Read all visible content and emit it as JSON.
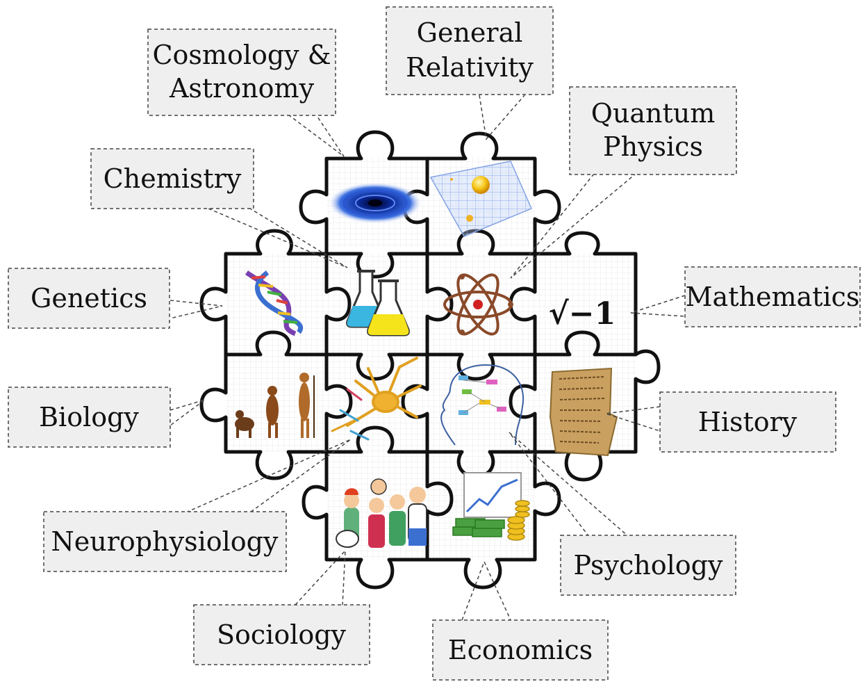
{
  "diagram": {
    "subjects": [
      {
        "id": "cosmology",
        "lines": [
          "Cosmology &",
          "Astronomy"
        ],
        "icon": "galaxy-icon"
      },
      {
        "id": "relativity",
        "lines": [
          "General",
          "Relativity"
        ],
        "icon": "spacetime-grid-icon"
      },
      {
        "id": "quantum",
        "lines": [
          "Quantum",
          "Physics"
        ],
        "icon": "atom-icon"
      },
      {
        "id": "chemistry",
        "lines": [
          "Chemistry"
        ],
        "icon": "flasks-icon"
      },
      {
        "id": "genetics",
        "lines": [
          "Genetics"
        ],
        "icon": "dna-icon"
      },
      {
        "id": "mathematics",
        "lines": [
          "Mathematics"
        ],
        "icon": "sqrt-minus-one-icon"
      },
      {
        "id": "biology",
        "lines": [
          "Biology"
        ],
        "icon": "evolution-icon"
      },
      {
        "id": "history",
        "lines": [
          "History"
        ],
        "icon": "manuscript-icon"
      },
      {
        "id": "neurophysiology",
        "lines": [
          "Neurophysiology"
        ],
        "icon": "neuron-icon"
      },
      {
        "id": "psychology",
        "lines": [
          "Psychology"
        ],
        "icon": "head-mindmap-icon"
      },
      {
        "id": "sociology",
        "lines": [
          "Sociology"
        ],
        "icon": "crowd-icon"
      },
      {
        "id": "economics",
        "lines": [
          "Economics"
        ],
        "icon": "money-chart-icon"
      }
    ],
    "math_symbol": "√−1",
    "colors": {
      "box_fill": "#efefef",
      "box_border": "#444444",
      "piece_edge": "#111111",
      "flask_cyan": "#3ab6e0",
      "flask_yellow": "#f5e31c",
      "galaxy_blue": "#1a3fb0"
    }
  }
}
